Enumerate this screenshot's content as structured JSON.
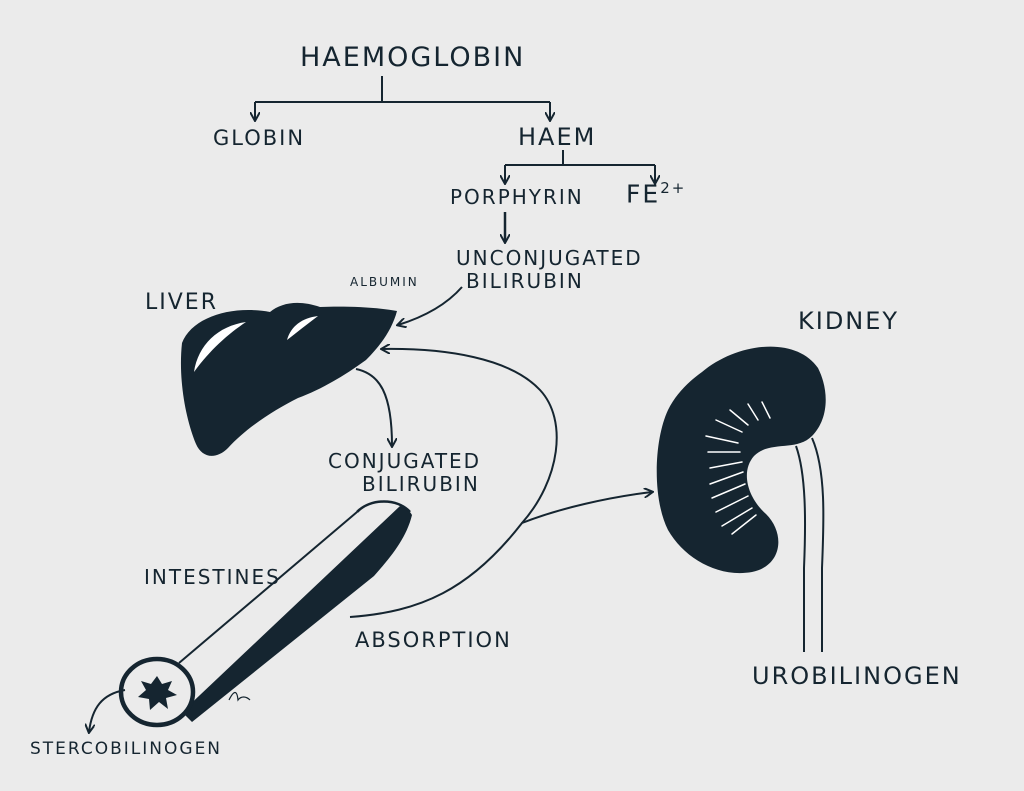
{
  "colors": {
    "background": "#ebebeb",
    "ink": "#152530",
    "highlight": "#ffffff"
  },
  "labels": {
    "haemoglobin": "HAEMOGLOBIN",
    "globin": "GLOBIN",
    "haem": "HAEM",
    "porphyrin": "PORPHYRIN",
    "fe": "FE",
    "fe_charge": "2+",
    "unconjugated_line1": "UNCONJUGATED",
    "unconjugated_line2": "BILIRUBIN",
    "albumin": "ALBUMIN",
    "liver": "LIVER",
    "kidney": "KIDNEY",
    "conjugated_line1": "CONJUGATED",
    "conjugated_line2": "BILIRUBIN",
    "intestines": "INTESTINES",
    "absorption": "ABSORPTION",
    "urobilinogen": "UROBILINOGEN",
    "stercobilinogen": "STERCOBILINOGEN"
  },
  "icons": [
    "liver-icon",
    "kidney-icon",
    "intestine-icon",
    "artist-signature"
  ]
}
